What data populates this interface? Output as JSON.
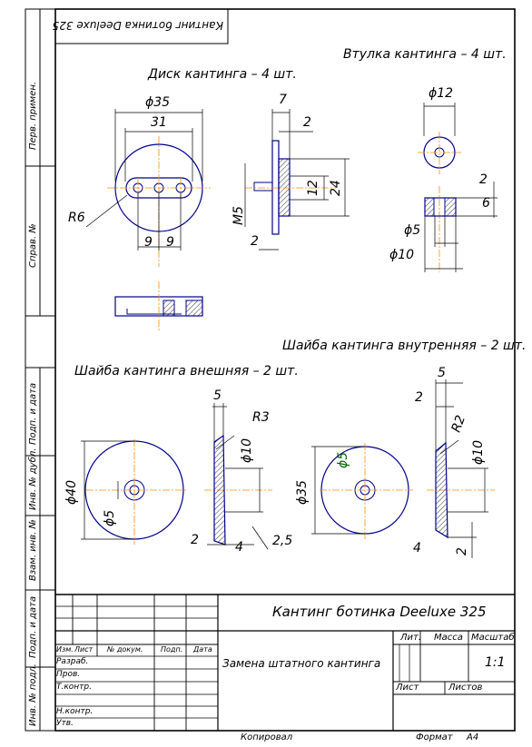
{
  "stamp_top": "Кантинг ботинка Deeluxe 325",
  "side_labels": {
    "perv_primen": "Перв. примен.",
    "sprav_no": "Справ. №",
    "podp_data_1": "Подп. и дата",
    "inv_dubl": "Инв. № дубл.",
    "vzam_inv": "Взам. инв. №",
    "podp_data_2": "Подп. и дата",
    "inv_podl": "Инв. № подл."
  },
  "titles": {
    "vtulka": "Втулка кантинга – 4 шт.",
    "disk": "Диск кантинга – 4 шт.",
    "shaiba_vnutr": "Шайба кантинга внутренняя – 2 шт.",
    "shaiba_vnesh": "Шайба кантинга внешняя – 2 шт."
  },
  "dims": {
    "disk_d35": "ϕ35",
    "disk_31": "31",
    "disk_r6": "R6",
    "disk_9a": "9",
    "disk_9b": "9",
    "disk_7": "7",
    "disk_2a": "2",
    "disk_m5": "M5",
    "disk_12": "12",
    "disk_24": "24",
    "disk_2b": "2",
    "vt_d12": "ϕ12",
    "vt_2": "2",
    "vt_6": "6",
    "vt_d5": "ϕ5",
    "vt_d10": "ϕ10",
    "sv_d40": "ϕ40",
    "sv_d5": "ϕ5",
    "sv_5": "5",
    "sv_r3": "R3",
    "sv_d10": "ϕ10",
    "sv_2": "2",
    "sv_4": "4",
    "sv_25": "2,5",
    "si_d35": "ϕ35",
    "si_d5": "ϕ5",
    "si_5": "5",
    "si_2": "2",
    "si_r2": "R2",
    "si_d10": "ϕ10",
    "si_4": "4",
    "si_2b": "2"
  },
  "title_block": {
    "name": "Кантинг ботинка Deeluxe 325",
    "subtitle": "Замена штатного кантинга",
    "hdr_izm": "Изм.",
    "hdr_list": "Лист",
    "hdr_dokum": "№ докум.",
    "hdr_podp": "Подп.",
    "hdr_data": "Дата",
    "r_razrab": "Разраб.",
    "r_prov": "Пров.",
    "r_tkontr": "Т.контр.",
    "r_nkontr": "Н.контр.",
    "r_utv": "Утв.",
    "lit": "Лит.",
    "massa": "Масса",
    "masshtab": "Масштаб",
    "scale": "1:1",
    "list": "Лист",
    "listov": "Листов"
  },
  "footer": {
    "kopiroval": "Копировал",
    "format": "Формат",
    "format_val": "A4"
  },
  "colors": {
    "contour": "#00008b",
    "center": "#ff8c00",
    "hatch": "#000000"
  }
}
